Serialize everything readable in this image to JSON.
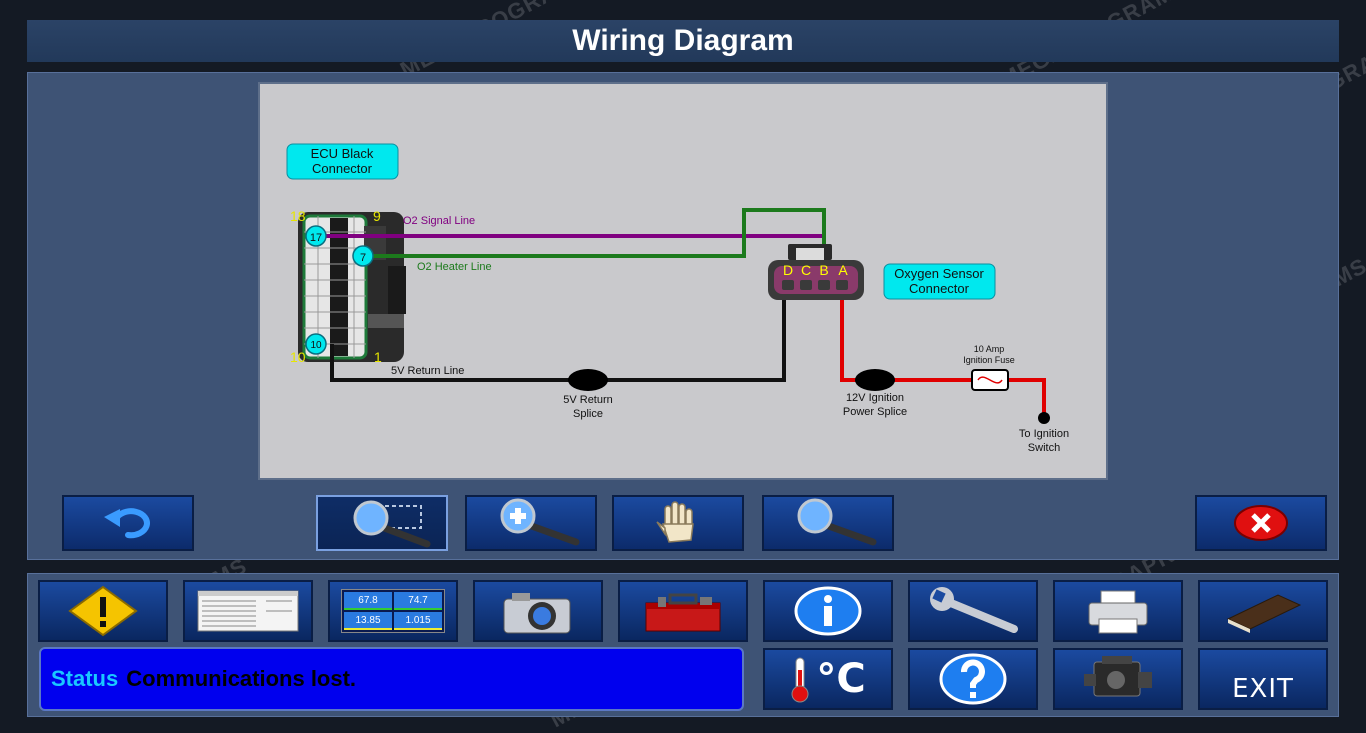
{
  "title": "Wiring Diagram",
  "diagram": {
    "ecu_label_line1": "ECU Black",
    "ecu_label_line2": "Connector",
    "pin_18": "18",
    "pin_9": "9",
    "pin_10": "10",
    "pin_1": "1",
    "pin_17": "17",
    "pin_7": "7",
    "pin_10_circle": "10",
    "o2_signal_line": "O2 Signal Line",
    "o2_heater_line": "O2 Heater Line",
    "return_line": "5V Return Line",
    "splice_5v_line1": "5V Return",
    "splice_5v_line2": "Splice",
    "splice_12v_line1": "12V Ignition",
    "splice_12v_line2": "Power Splice",
    "fuse_line1": "10 Amp",
    "fuse_line2": "Ignition Fuse",
    "ignition_line1": "To Ignition",
    "ignition_line2": "Switch",
    "o2_label_line1": "Oxygen Sensor",
    "o2_label_line2": "Connector",
    "pin_d": "D",
    "pin_c": "C",
    "pin_b": "B",
    "pin_a": "A"
  },
  "toolbar": [
    {
      "name": "back-button",
      "icon": "undo-arrow-icon"
    },
    {
      "name": "zoom-window-button",
      "icon": "zoom-window-icon"
    },
    {
      "name": "zoom-in-button",
      "icon": "zoom-in-icon"
    },
    {
      "name": "pan-button",
      "icon": "hand-icon"
    },
    {
      "name": "zoom-out-button",
      "icon": "magnifier-icon"
    },
    {
      "name": "close-button",
      "icon": "close-x-icon"
    }
  ],
  "bottom": {
    "status_label": "Status",
    "status_text": "Communications lost.",
    "exit_label": "EXIT",
    "celsius_label": "°C",
    "gauge_values": [
      "67.8",
      "74.7",
      "13.85",
      "1.015"
    ]
  },
  "watermark": "MEGAPROGRAMS",
  "colors": {
    "signal_line": "#800080",
    "heater_line": "#1c7a1c",
    "return_line": "#111111",
    "power_line": "#e00000",
    "label_bg": "#00e8ee",
    "status_bg": "#0000ee"
  }
}
